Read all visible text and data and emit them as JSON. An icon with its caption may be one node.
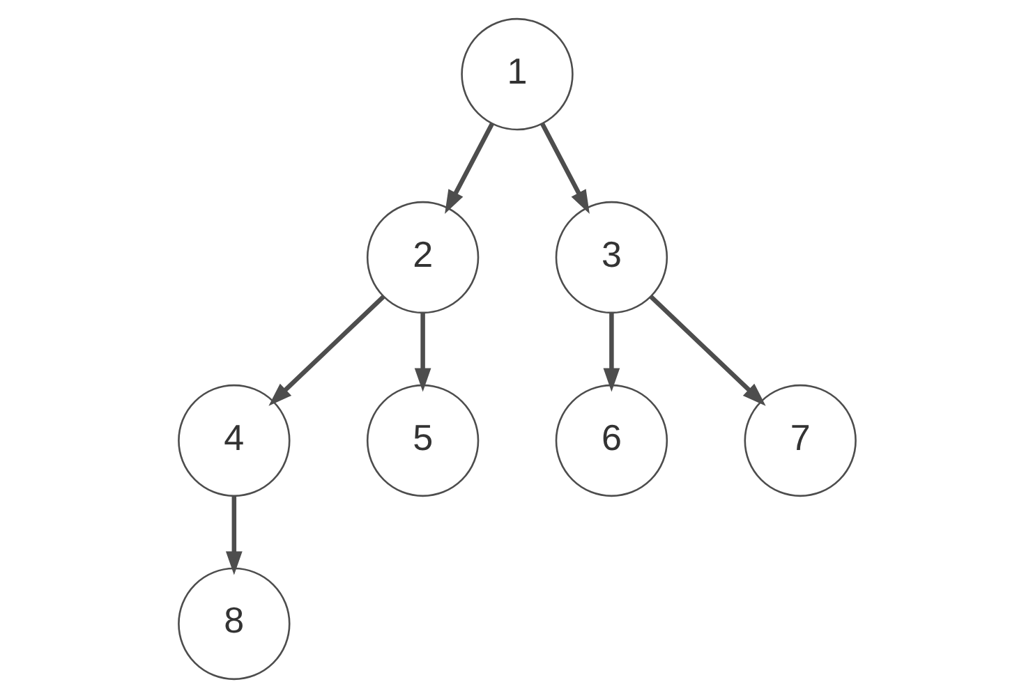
{
  "diagram": {
    "nodes": [
      {
        "text": [
          "1"
        ]
      },
      {
        "text": [
          "2"
        ]
      },
      {
        "text": [
          "3"
        ]
      },
      {
        "text": [
          "4"
        ]
      },
      {
        "text": [
          "5"
        ]
      },
      {
        "text": [
          "6"
        ]
      },
      {
        "text": [
          "7"
        ]
      },
      {
        "text": [
          "8"
        ]
      }
    ],
    "edges": [
      {
        "from": 0,
        "to": 1,
        "arrow": "to"
      },
      {
        "from": 0,
        "to": 2,
        "arrow": "to"
      },
      {
        "from": 1,
        "to": 3,
        "arrow": "to"
      },
      {
        "from": 1,
        "to": 4,
        "arrow": "to"
      },
      {
        "from": 2,
        "to": 5,
        "arrow": "to"
      },
      {
        "from": 2,
        "to": 6,
        "arrow": "to"
      },
      {
        "from": 3,
        "to": 7,
        "arrow": "to"
      }
    ]
  }
}
